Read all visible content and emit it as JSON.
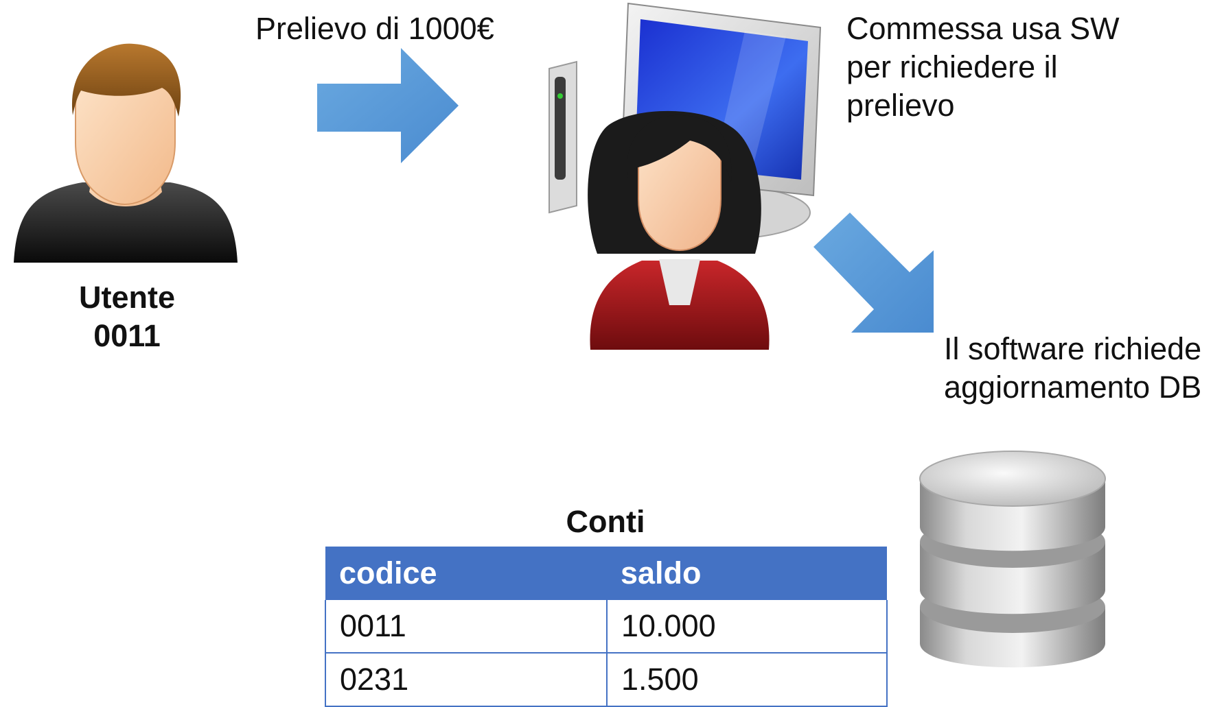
{
  "user": {
    "icon": "user-male-icon",
    "caption": "Utente\n0011"
  },
  "withdrawal": {
    "label": "Prelievo di 1000€",
    "arrow_icon": "arrow-right-icon",
    "arrow_color": "#5b9bd5"
  },
  "clerk": {
    "icon": "clerk-at-computer-icon",
    "label": "Commessa usa SW\nper richiedere il\nprelievo"
  },
  "software": {
    "arrow_icon": "arrow-down-right-icon",
    "label": "Il software richiede\naggiornamento DB"
  },
  "database": {
    "icon": "database-icon"
  },
  "accounts_table": {
    "title": "Conti",
    "header_color": "#4472c4",
    "columns": [
      "codice",
      "saldo"
    ],
    "rows": [
      [
        "0011",
        "10.000"
      ],
      [
        "0231",
        "1.500"
      ]
    ]
  }
}
